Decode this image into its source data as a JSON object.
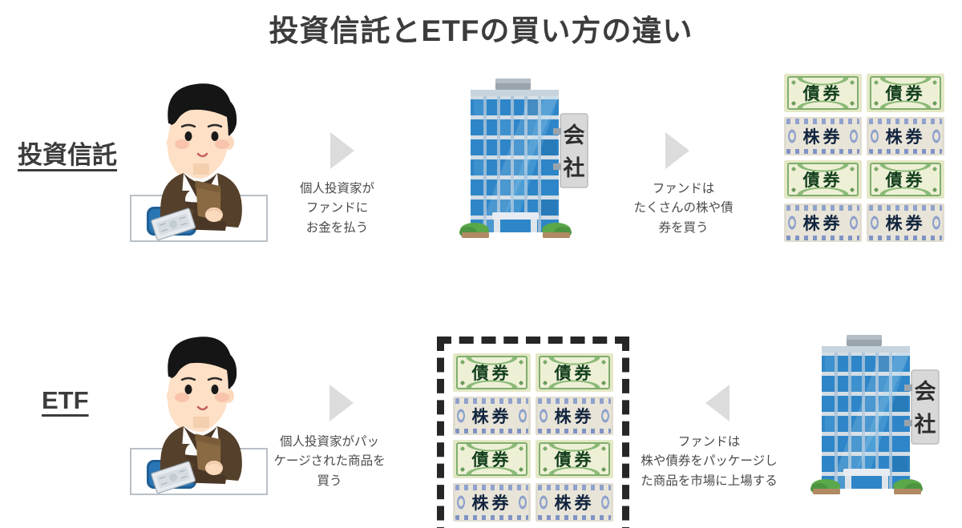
{
  "title": "投資信託とETFの買い方の違い",
  "rows": [
    {
      "label": "投資信託",
      "steps": [
        {
          "name": "investor",
          "icon": "person-paying-icon"
        },
        {
          "name": "arrow-1",
          "icon": "arrow-right-icon",
          "direction": "right"
        },
        {
          "name": "caption-1",
          "text": "個人投資家が\nファンドに\nお金を払う"
        },
        {
          "name": "company",
          "icon": "office-building-icon",
          "sign": "会社"
        },
        {
          "name": "arrow-2",
          "icon": "arrow-right-icon",
          "direction": "right"
        },
        {
          "name": "caption-2",
          "text": "ファンドは\nたくさんの株や債\n券を買う"
        },
        {
          "name": "securities",
          "icon": "securities-grid-icon",
          "packaged": false
        }
      ]
    },
    {
      "label": "ETF",
      "steps": [
        {
          "name": "investor",
          "icon": "person-paying-icon"
        },
        {
          "name": "arrow-3",
          "icon": "arrow-right-icon",
          "direction": "right"
        },
        {
          "name": "caption-3",
          "text": "個人投資家がパッ\nケージされた商品を\n買う"
        },
        {
          "name": "package",
          "icon": "securities-package-icon",
          "packaged": true
        },
        {
          "name": "arrow-4",
          "icon": "arrow-left-icon",
          "direction": "left"
        },
        {
          "name": "caption-4",
          "text": "ファンドは\n株や債券をパッケージし\nた商品を市場に上場する"
        },
        {
          "name": "company",
          "icon": "office-building-icon",
          "sign": "会社"
        }
      ]
    }
  ],
  "certificates": {
    "bond_label": "債券",
    "stock_label": "株券",
    "grid": [
      [
        "債券",
        "債券"
      ],
      [
        "株券",
        "株券"
      ],
      [
        "債券",
        "債券"
      ],
      [
        "株券",
        "株券"
      ]
    ]
  },
  "building": {
    "sign_char_1": "会",
    "sign_char_2": "社"
  },
  "colors": {
    "title_text": "#3c3c3c",
    "caption_text": "#4a4a4a",
    "arrow_gray": "#dcdcdc",
    "bond_green": "#e4e8c6",
    "bond_text": "#123f1d",
    "stock_beige": "#e0dcd0",
    "stock_text": "#12253f",
    "building_blue": "#2e86c8",
    "package_border": "#262626"
  }
}
